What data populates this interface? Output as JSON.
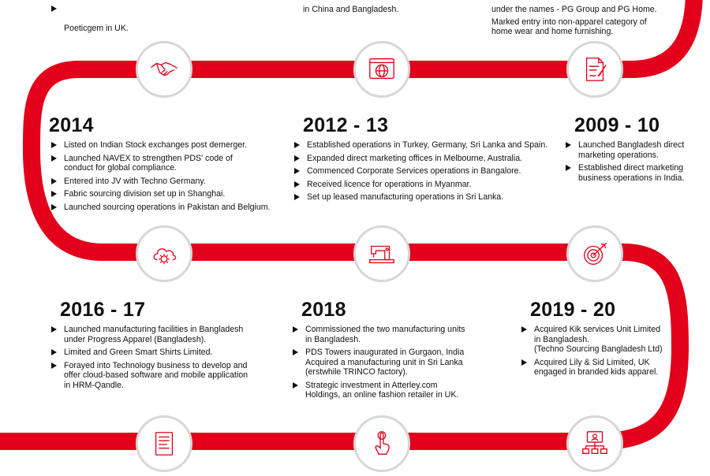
{
  "colors": {
    "track": "#e2001a",
    "track_dark": "#c00017",
    "node_ring": "#d7d7d7",
    "icon": "#e2001a"
  },
  "top_fragments": {
    "left": "Poeticgem in UK.",
    "center": "in China and Bangladesh.",
    "right_1": "under the names - PG Group and PG Home.",
    "right_2": "Marked entry into non-apparel category of\nhome wear and home furnishing."
  },
  "milestones": [
    {
      "year": "2014",
      "items": [
        "Listed on Indian Stock exchanges post demerger.",
        "Launched NAVEX to strengthen PDS' code of\nconduct for global compliance.",
        "Entered into JV with Techno Germany.",
        "Fabric sourcing division set up in Shanghai.",
        "Launched sourcing operations in Pakistan and Belgium."
      ]
    },
    {
      "year": "2012 - 13",
      "items": [
        "Established operations in Turkey, Germany, Sri Lanka and Spain.",
        "Expanded direct marketing offices in Melbourne, Australia.",
        "Commenced Corporate Services operations in Bangalore.",
        "Received licence for operations in Myanmar.",
        "Set up leased manufacturing operations in Sri Lanka."
      ]
    },
    {
      "year": "2009 - 10",
      "items": [
        "Launched Bangladesh direct\nmarketing operations.",
        "Established direct marketing\nbusiness operations in India."
      ]
    },
    {
      "year": "2016 - 17",
      "items": [
        "Launched manufacturing facilities in Bangladesh\nunder Progress Apparel (Bangladesh).",
        "Limited and Green Smart Shirts Limited.",
        "Forayed into Technology business to develop and\noffer cloud-based software and mobile application\nin HRM-Qandle."
      ]
    },
    {
      "year": "2018",
      "items": [
        "Commissioned the two manufacturing units\nin Bangladesh.",
        "PDS Towers inaugurated in Gurgaon, India\nAcquired a manufacturing unit in Sri Lanka\n(erstwhile TRINCO factory).",
        "Strategic investment in Atterley.com\nHoldings, an online fashion retailer in UK."
      ]
    },
    {
      "year": "2019 - 20",
      "items": [
        "Acquired Kik services Unit Limited\nin Bangladesh.\n(Techno Sourcing Bangladesh Ltd)",
        "Acquired Lily & Sid Limited, UK\nengaged in branded kids apparel."
      ]
    }
  ],
  "icons": {
    "row1": [
      "handshake-icon",
      "globe-icon",
      "document-pen-icon"
    ],
    "row2": [
      "cloud-gear-icon",
      "sewing-machine-icon",
      "target-icon"
    ],
    "row3": [
      "report-icon",
      "touch-hand-icon",
      "network-person-icon"
    ]
  }
}
